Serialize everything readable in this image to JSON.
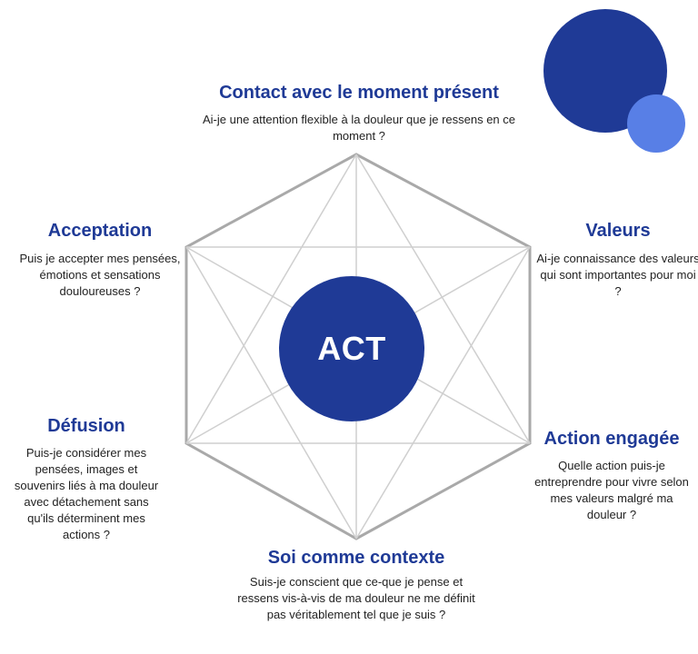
{
  "center": {
    "label": "ACT"
  },
  "nodes": {
    "contact": {
      "title": "Contact avec le moment présent",
      "question": "Ai-je une attention flexible à la douleur que je ressens en ce moment ?"
    },
    "acceptation": {
      "title": "Acceptation",
      "question": "Puis je accepter mes pensées, émotions et sensations douloureuses ?"
    },
    "valeurs": {
      "title": "Valeurs",
      "question": "Ai-je connaissance des valeurs qui sont importantes pour moi ?"
    },
    "defusion": {
      "title": "Défusion",
      "question": "Puis-je considérer mes pensées, images et souvenirs liés à ma douleur avec détachement sans qu'ils déterminent mes actions ?"
    },
    "action": {
      "title": "Action engagée",
      "question": "Quelle action puis-je entreprendre pour vivre selon mes valeurs malgré ma douleur ?"
    },
    "soi": {
      "title": "Soi comme contexte",
      "question": "Suis-je conscient que ce-que je pense et ressens vis-à-vis de ma douleur ne me définit pas véritablement tel que je suis ?"
    }
  },
  "colors": {
    "primary_blue": "#1f3a96",
    "light_blue": "#587fe6",
    "line_gray": "#b5b5b5"
  }
}
